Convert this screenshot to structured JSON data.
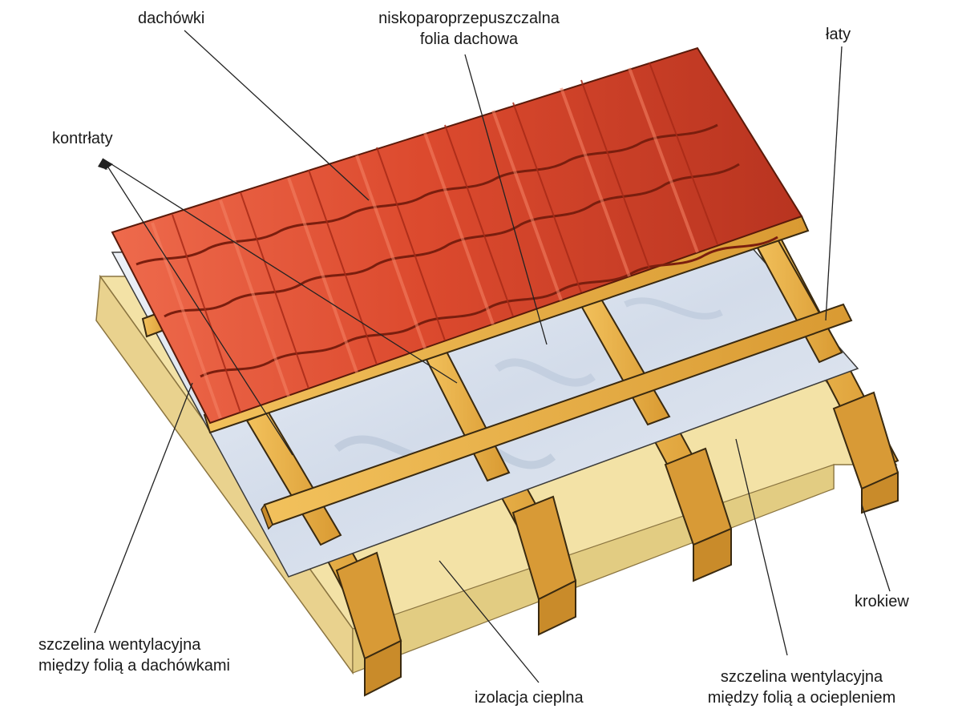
{
  "labels": {
    "dachowki": "dachówki",
    "folia": {
      "line1": "niskoparoprzepuszczalna",
      "line2": "folia dachowa"
    },
    "laty": "łaty",
    "kontrlaty": "kontrłaty",
    "krokiew": "krokiew",
    "szczelina_lewa": {
      "line1": "szczelina wentylacyjna",
      "line2": "między folią a dachówkami"
    },
    "izolacja": "izolacja cieplna",
    "szczelina_prawa": {
      "line1": "szczelina wentylacyjna",
      "line2": "między folią a ociepleniem"
    }
  },
  "colors": {
    "tile": "#d9432b",
    "tile_dark": "#a82a17",
    "tile_light": "#ee6a4c",
    "membrane": "#dfe6f0",
    "membrane_shade": "#b9c6d8",
    "wood": "#e9b04a",
    "wood_dark": "#b97e20",
    "insulation": "#f3e2a6",
    "insulation_shade": "#e2cc82",
    "outline": "#3a2a10",
    "leader": "#222222"
  }
}
